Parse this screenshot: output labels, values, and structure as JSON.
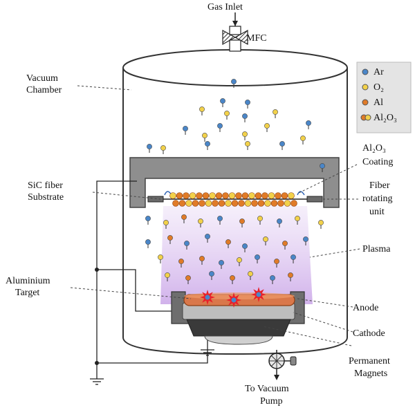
{
  "labels": {
    "gas_inlet": "Gas Inlet",
    "mfc": "MFC",
    "vacuum_chamber": [
      "Vacuum",
      "Chamber"
    ],
    "coating": [
      "Al₂O₃",
      "Coating"
    ],
    "sic_fiber": [
      "SiC fiber",
      "Substrate"
    ],
    "fiber_rotating": [
      "Fiber",
      "rotating",
      "unit"
    ],
    "plasma": "Plasma",
    "aluminium_target": [
      "Aluminium",
      "Target"
    ],
    "anode": "Anode",
    "cathode": "Cathode",
    "permanent_magnets": [
      "Permanent",
      "Magnets"
    ],
    "to_vacuum_pump": [
      "To Vacuum",
      "Pump"
    ]
  },
  "legend": [
    {
      "label": "Ar",
      "color": "#4a86c8"
    },
    {
      "label": "O₂",
      "color": "#f2d14a"
    },
    {
      "label": "Al",
      "color": "#e07b28"
    },
    {
      "label": "Al₂O₃",
      "color": "#e07b28"
    }
  ],
  "colors": {
    "argon": "#4a86c8",
    "oxygen": "#f2d14a",
    "aluminium": "#e07b28",
    "plasma": "#d9c3ee",
    "target": "#d9774a",
    "substrate_plate": "#8e8e8e",
    "spark": "#e8202a"
  }
}
